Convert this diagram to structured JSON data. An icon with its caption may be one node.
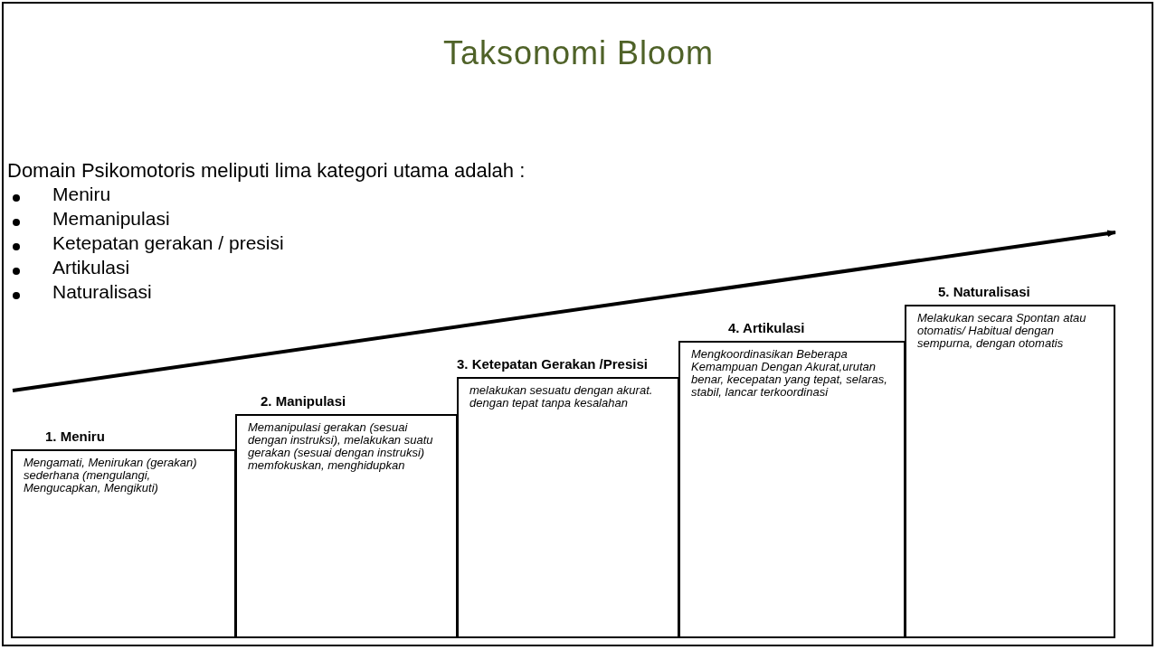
{
  "diagram": {
    "title": "Taksonomi Bloom",
    "nodes": [
      {
        "text": [
          "1. Meniru",
          "Mengamati, Menirukan (gerakan) sederhana (mengulangi, Mengucapkan, Mengikuti)"
        ]
      },
      {
        "text": [
          "2. Manipulasi",
          "Memanipulasi gerakan (sesuai dengan instruksi), melakukan suatu gerakan (sesuai dengan instruksi) memfokuskan, menghidupkan"
        ]
      },
      {
        "text": [
          "3. Ketepatan Gerakan /Presisi",
          "melakukan sesuatu dengan akurat. dengan tepat tanpa kesalahan"
        ]
      },
      {
        "text": [
          "4. Artikulasi",
          "Mengkoordinasikan Beberapa Kemampuan Dengan Akurat,urutan benar, kecepatan yang tepat, selaras, stabil, lancar terkoordinasi"
        ]
      },
      {
        "text": [
          "5. Naturalisasi",
          "Melakukan secara Spontan atau otomatis/ Habitual dengan sempurna, dengan otomatis"
        ]
      }
    ],
    "labels": [
      "Domain Psikomotoris meliputi lima kategori utama adalah :",
      "Meniru",
      "Memanipulasi",
      "Ketepatan gerakan / presisi",
      "Artikulasi",
      "Naturalisasi"
    ]
  }
}
